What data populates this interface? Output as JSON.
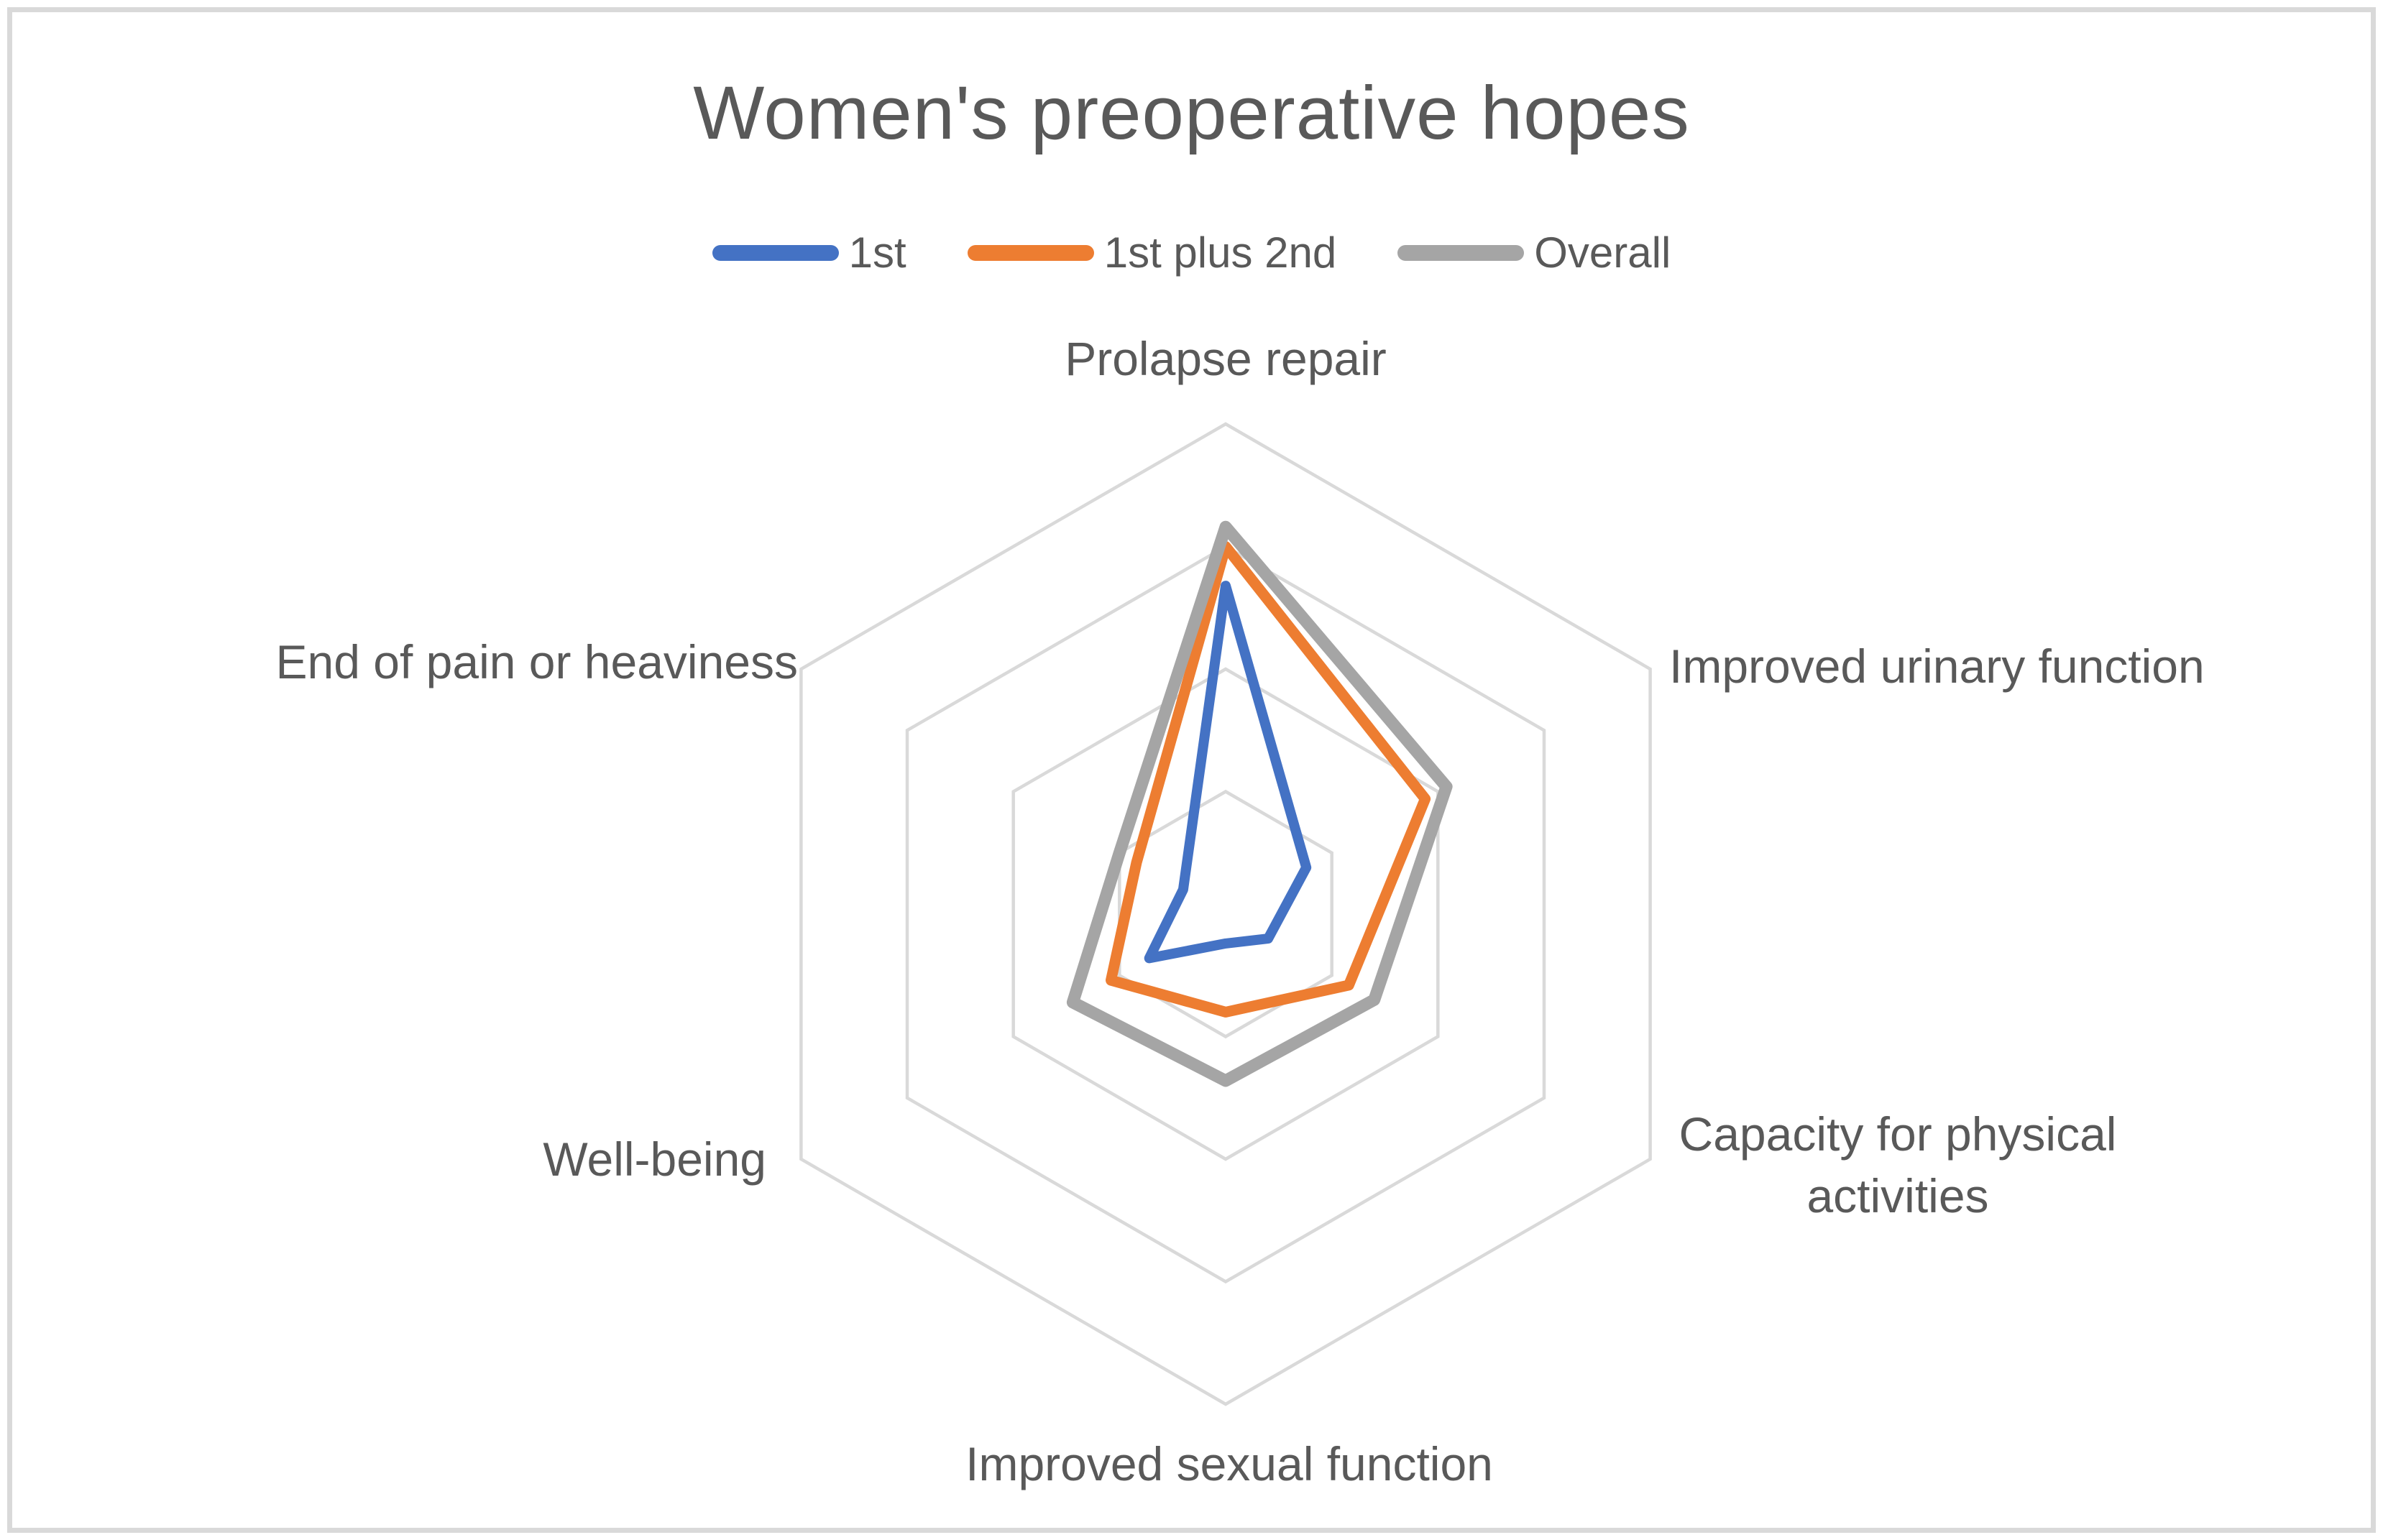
{
  "colors": {
    "text": "#595959",
    "grid": "#d9d9d9",
    "frame_border": "#d9d9d9",
    "background": "#ffffff",
    "series_blue": "#4472c4",
    "series_orange": "#ed7d31",
    "series_gray": "#a5a5a5"
  },
  "chart_data": {
    "type": "radar",
    "title": "Women's preoperative hopes",
    "grid_shape": "hexagon",
    "grid_on": true,
    "radial_spokes": false,
    "legend_position": "top",
    "axis_range": [
      0,
      100
    ],
    "rings": [
      25,
      50,
      75,
      100
    ],
    "axes": [
      {
        "label": "Prolapse repair"
      },
      {
        "label": "Improved urinary function"
      },
      {
        "label": "Capacity for physical activities"
      },
      {
        "label": "Improved sexual function"
      },
      {
        "label": "Well-being"
      },
      {
        "label": "End of pain or heaviness"
      }
    ],
    "series": [
      {
        "name": "1st",
        "color": "#4472c4",
        "stroke_width": 14,
        "values": [
          67,
          19,
          10,
          6,
          18,
          10
        ]
      },
      {
        "name": "1st plus 2nd",
        "color": "#ed7d31",
        "stroke_width": 15,
        "values": [
          75,
          47,
          29,
          20,
          27,
          21
        ]
      },
      {
        "name": "Overall",
        "color": "#a5a5a5",
        "stroke_width": 17,
        "values": [
          79,
          52,
          35,
          34,
          36,
          25
        ]
      }
    ]
  }
}
